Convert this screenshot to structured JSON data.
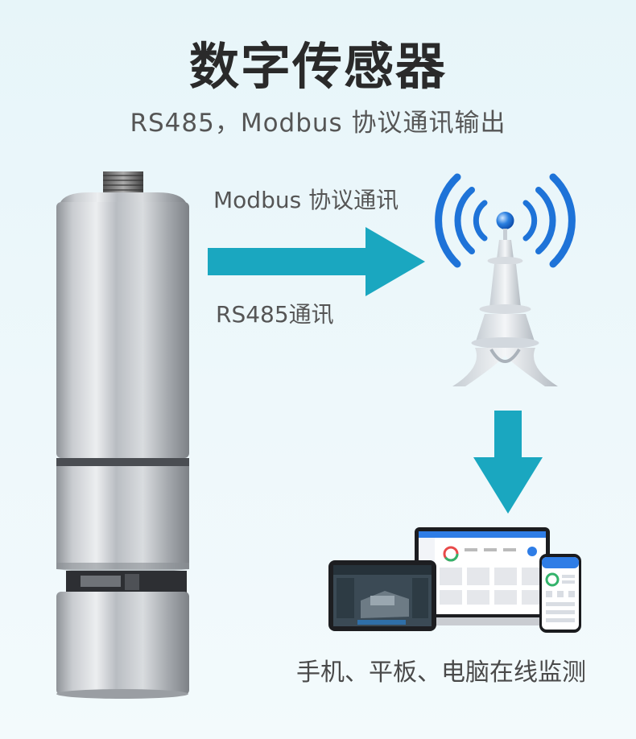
{
  "header": {
    "title": "数字传感器",
    "subtitle": "RS485，Modbus 协议通讯输出"
  },
  "flow": {
    "modbus_label": "Modbus 协议通讯",
    "rs485_label": "RS485通讯",
    "monitor_label": "手机、平板、电脑在线监测"
  },
  "colors": {
    "arrow": "#1aa7c0",
    "signal": "#1e73d8",
    "background": "#e9f6fa"
  },
  "icons": [
    "sensor-device",
    "arrow-right-icon",
    "signal-tower-icon",
    "arrow-down-icon",
    "laptop",
    "tablet",
    "phone"
  ]
}
